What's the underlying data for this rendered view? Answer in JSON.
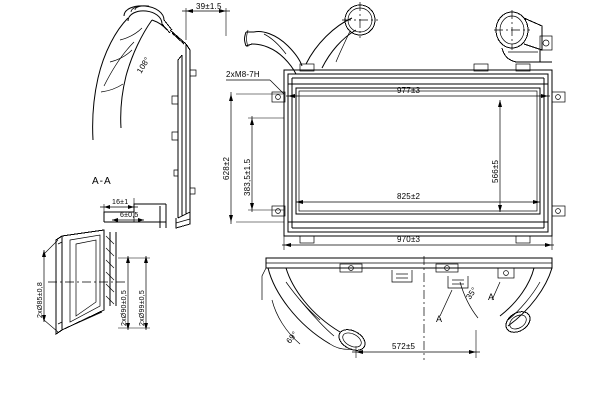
{
  "drawing": {
    "kind": "engineering-drawing",
    "subject": "charge air cooler / intercooler assembly",
    "section_label": "A-A",
    "section_marks": [
      "A",
      "A"
    ],
    "colors": {
      "line": "#000000",
      "background": "#ffffff"
    }
  },
  "dimensions": {
    "top_left_width": "39±1.5",
    "thread_note": "2xM8-7H",
    "core_height_overall": "628±2",
    "core_height_lower": "383,5±1.5",
    "core_width_top": "977±3",
    "core_height_right": "566±5",
    "core_width_mid": "825±2",
    "core_width_bottom": "970±3",
    "section_width_outer": "16±1",
    "section_width_inner": "6±0,5",
    "port_dia_outer": "2xØ85±0,8",
    "port_dia_mid": "2xØ90±0,5",
    "port_dia_inner": "2xØ99±0,5",
    "bottom_width": "572±5",
    "angle_top_left": "108°",
    "angle_bottom_left": "69°",
    "angle_bottom_right": "35°"
  }
}
